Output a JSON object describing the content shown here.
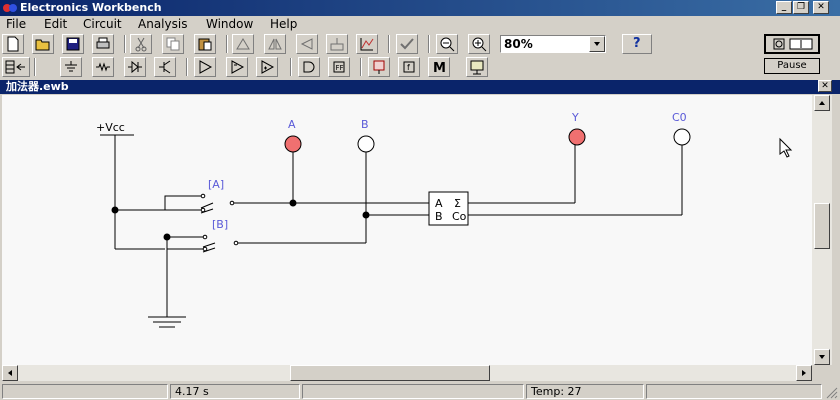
{
  "window": {
    "title": "Electronics Workbench",
    "min_glyph": "_",
    "max_glyph": "❐",
    "close_glyph": "✕"
  },
  "menu": [
    {
      "label": "File"
    },
    {
      "label": "Edit"
    },
    {
      "label": "Circuit"
    },
    {
      "label": "Analysis"
    },
    {
      "label": "Window"
    },
    {
      "label": "Help"
    }
  ],
  "toolbar": {
    "zoom_value": "80%",
    "help_label": "?",
    "pause_label": "Pause"
  },
  "document": {
    "title": "加法器.ewb",
    "close_glyph": "✕"
  },
  "circuit": {
    "vcc_label": "+Vcc",
    "input_a_label": "A",
    "input_b_label": "B",
    "output_y_label": "Y",
    "output_c0_label": "C0",
    "switch_a_key": "[A]",
    "switch_b_key": "[B]",
    "adder_pin_a": "A",
    "adder_pin_b": "B",
    "adder_pin_sum": "Σ",
    "adder_pin_carry": "Co",
    "probe_on_color": "#f07070",
    "probe_off_color": "#ffffff"
  },
  "status": {
    "time": "4.17 s",
    "temp": "Temp:  27"
  }
}
